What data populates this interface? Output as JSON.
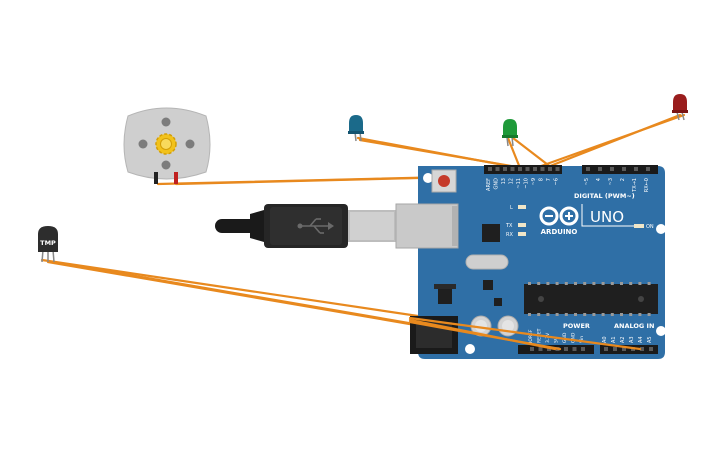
{
  "components": {
    "tmp_sensor": {
      "label": "TMP"
    },
    "motor": {
      "type": "dc-motor"
    },
    "leds": [
      {
        "color": "blue",
        "hex": "#1b6a8a"
      },
      {
        "color": "green",
        "hex": "#1f9a3a"
      },
      {
        "color": "red",
        "hex": "#9a1d1d"
      }
    ],
    "usb": {
      "icon": "usb-icon"
    }
  },
  "arduino": {
    "brand": "ARDUINO",
    "model": "UNO",
    "digital_label": "DIGITAL (PWM~)",
    "power_label": "POWER",
    "analog_label": "ANALOG IN",
    "on_label": "ON",
    "l_label": "L",
    "tx_label": "TX",
    "rx_label": "RX",
    "digital_pins": [
      "AREF",
      "GND",
      "13",
      "12",
      "~11",
      "~10",
      "~9",
      "8",
      "7",
      "~6",
      "~5",
      "4",
      "~3",
      "2",
      "TX→1",
      "RX←0"
    ],
    "power_pins": [
      "IOREF",
      "RESET",
      "3.3V",
      "5V",
      "GND",
      "GND",
      "Vin"
    ],
    "analog_pins": [
      "A0",
      "A1",
      "A2",
      "A3",
      "A4",
      "A5"
    ],
    "board_color": "#2f6fa6"
  },
  "wire_color": "#e8891e"
}
